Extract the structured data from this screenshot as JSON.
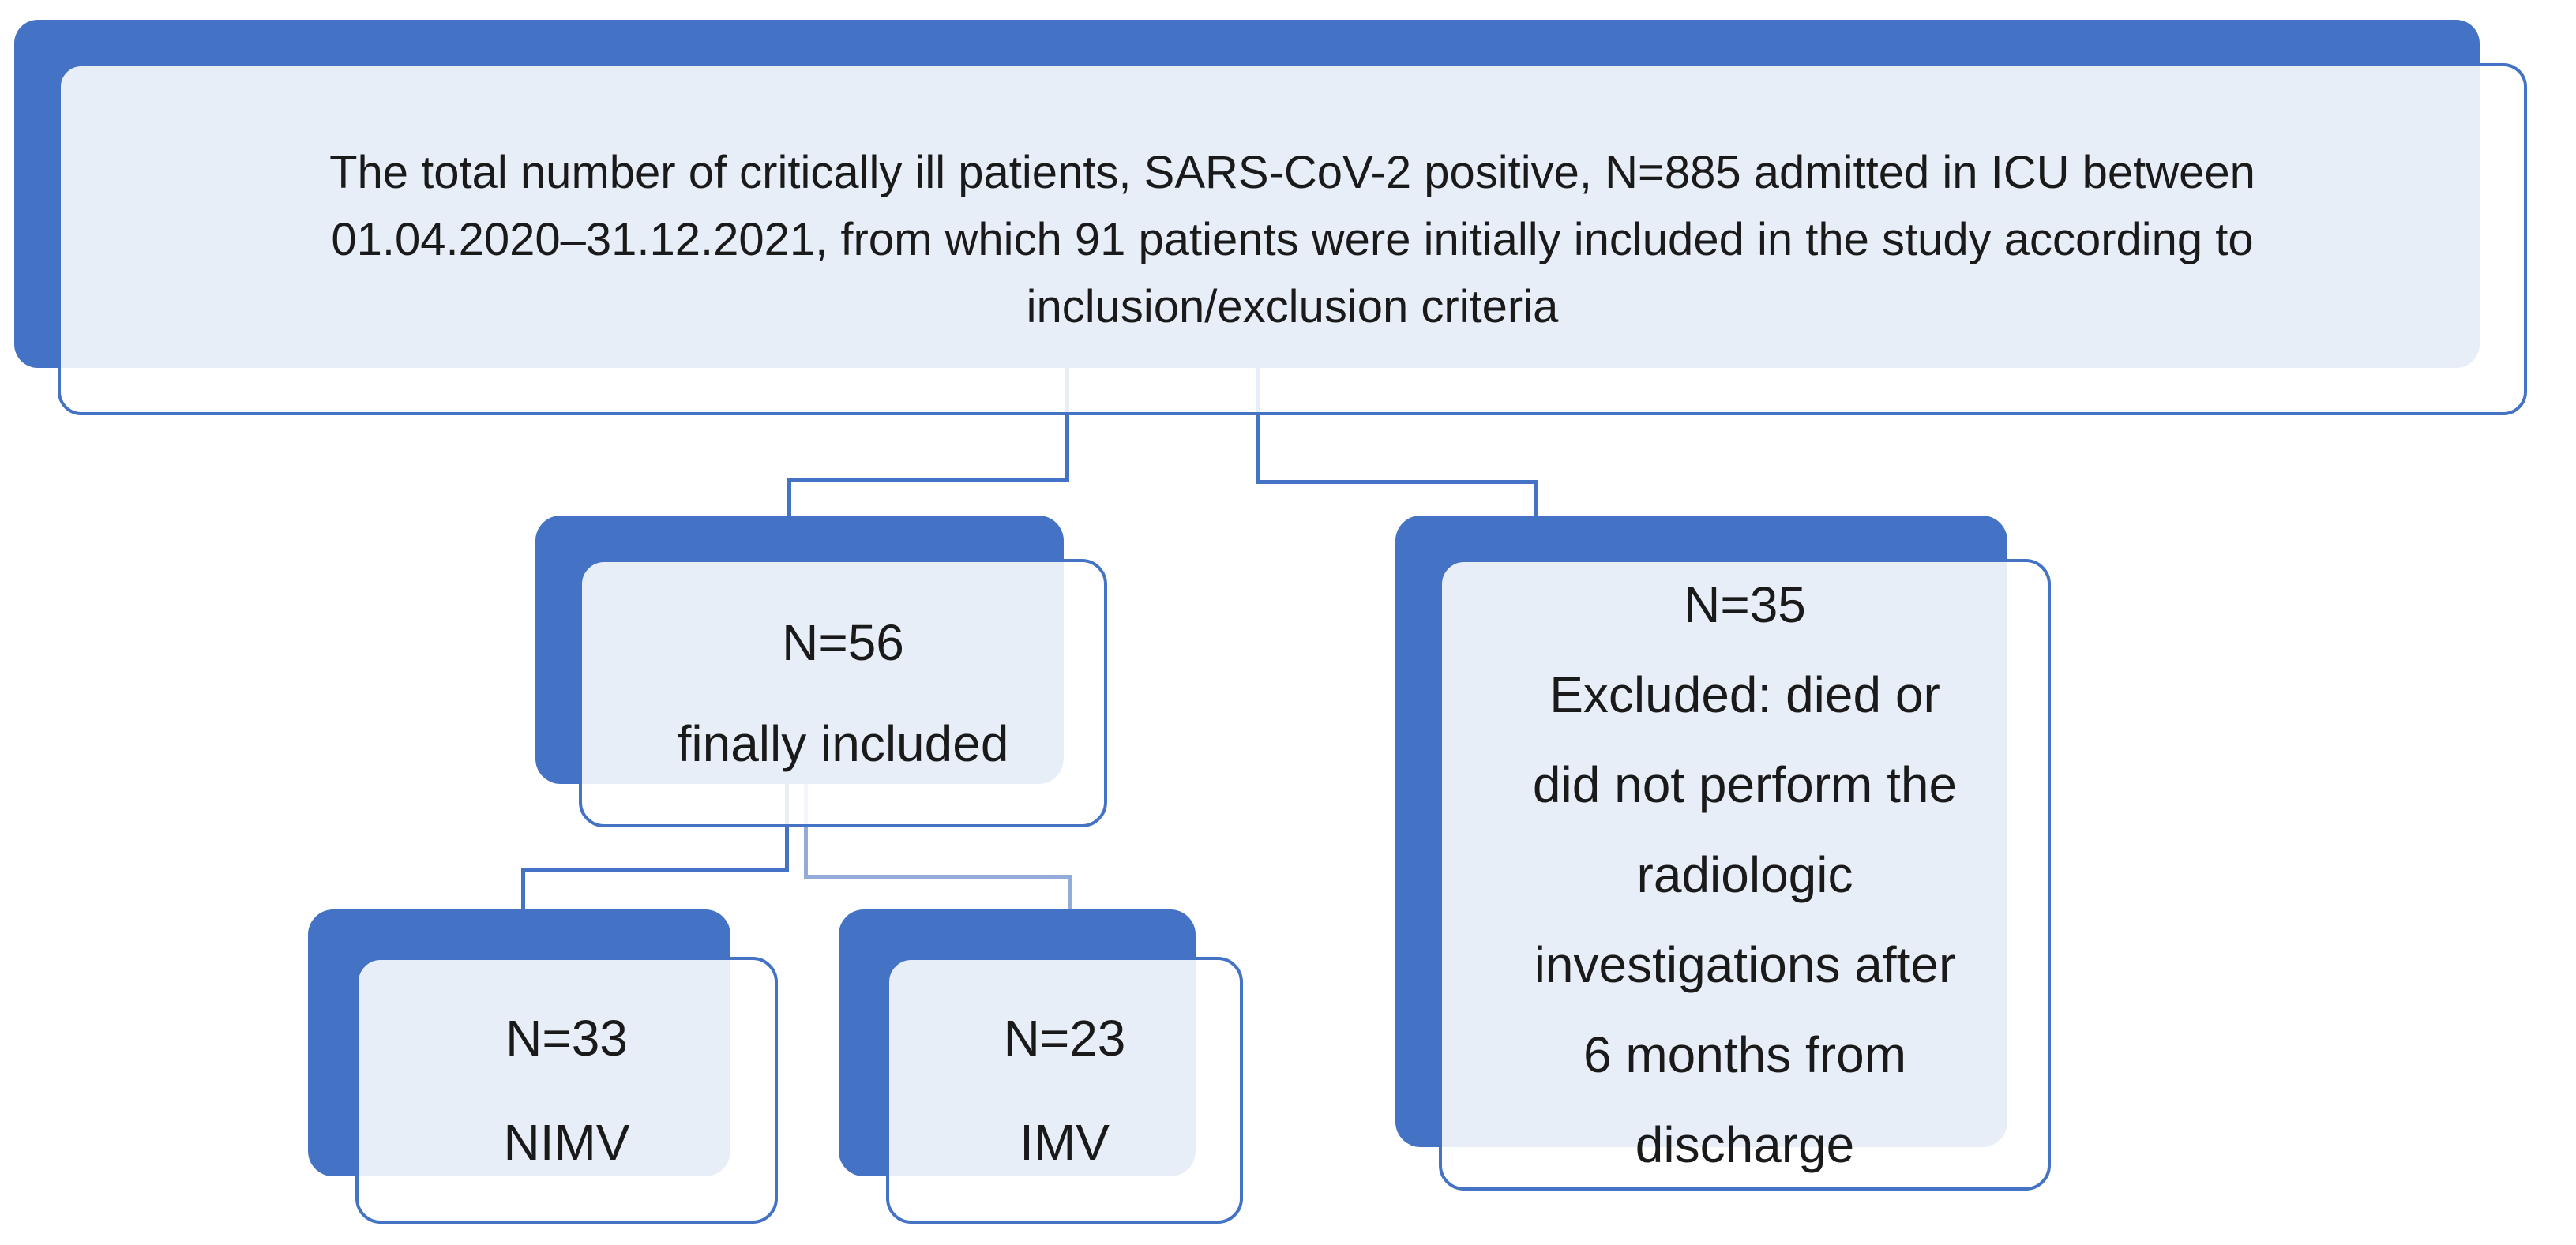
{
  "diagram": {
    "type": "study-flowchart",
    "colors": {
      "accent_blue": "#4472C4",
      "node_fill_tint": "#E9EDF8",
      "connector_light_blue": "#93ABD9",
      "text": "#1A1A1A",
      "background": "#FFFFFF"
    },
    "nodes": {
      "total": {
        "lines": [
          "The total number of critically ill patients, SARS-CoV-2 positive, N=885 admitted in ICU between",
          "01.04.2020–31.12.2021, from which 91 patients were initially included in the study according to",
          "inclusion/exclusion criteria"
        ]
      },
      "included": {
        "n": "N=56",
        "label": "finally included"
      },
      "excluded": {
        "n": "N=35",
        "lines": [
          "Excluded: died or",
          "did not perform the",
          "radiologic",
          "investigations after",
          "6 months from",
          "discharge"
        ]
      },
      "nimv": {
        "n": "N=33",
        "label": "NIMV"
      },
      "imv": {
        "n": "N=23",
        "label": "IMV"
      }
    },
    "edges": [
      {
        "from": "total",
        "to": "included"
      },
      {
        "from": "total",
        "to": "excluded"
      },
      {
        "from": "included",
        "to": "nimv"
      },
      {
        "from": "included",
        "to": "imv"
      }
    ]
  }
}
